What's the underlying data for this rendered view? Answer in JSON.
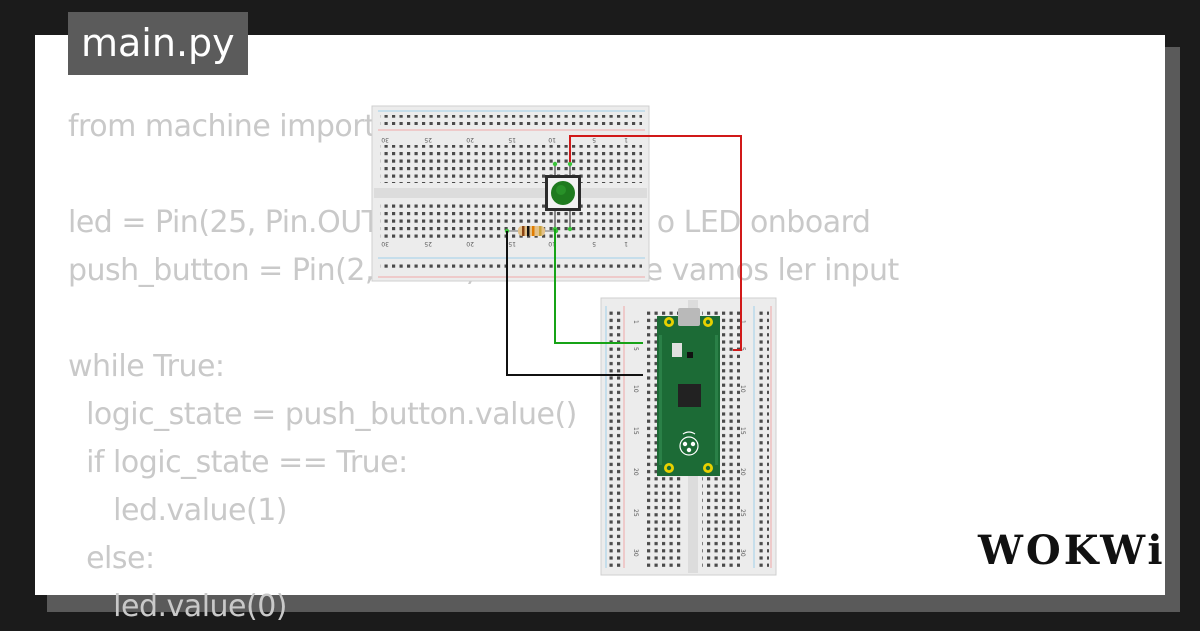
{
  "tab": {
    "filename": "main.py"
  },
  "code": {
    "lines": [
      "from machine import Pin",
      "",
      "led = Pin(25, Pin.OUT) # Pino onde está o LED onboard",
      "push_button = Pin(2, Pin.IN) # Pino onde vamos ler input",
      "",
      "while True:",
      "  logic_state = push_button.value()",
      "  if logic_state == True:",
      "     led.value(1)",
      "  else:",
      "     led.value(0)"
    ]
  },
  "circuit": {
    "breadboard_top_row_numbers": [
      "30",
      "25",
      "20",
      "15",
      "10",
      "5",
      "1"
    ],
    "breadboard_side_row_numbers": [
      "1",
      "5",
      "10",
      "15",
      "20",
      "25",
      "30"
    ],
    "wire_colors": {
      "vcc": "#d11919",
      "signal": "#17a317",
      "ground": "#000000"
    },
    "button_color": "#1e7a1e",
    "board_color": "#1c6b36"
  },
  "brand": {
    "logo_text": "WOKWi"
  }
}
